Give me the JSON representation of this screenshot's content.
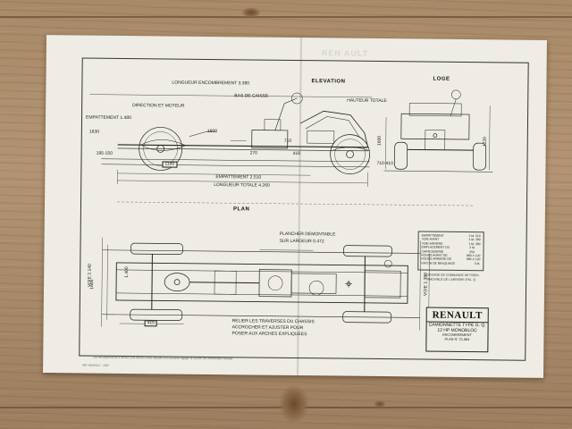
{
  "sheet": {
    "ghost_text": "REN AULT",
    "view_elevation": "ELEVATION",
    "view_front": "LOGE",
    "view_plan": "PLAN"
  },
  "elevation": {
    "overall_length": "LONGUEUR ENCOMBREMENT 3.380",
    "wheelbase": "EMPATTEMENT 2.510",
    "total_length": "LONGUEUR TOTALE 4.260",
    "rear_overhang": "EMPATTEMENT 1.480",
    "label_body": "BAS DE CAISSE",
    "label_floor": "DIRECTION ET MOTEUR",
    "label_height": "HAUTEUR TOTALE",
    "dim_1630": "1630",
    "dim_1180": "1180",
    "dim_1600": "1600",
    "dim_710": "710",
    "dim_418": "418",
    "dim_195": "195-150",
    "dim_270": "270"
  },
  "front": {
    "dim_1600": "1600",
    "dim_410": "710-410",
    "dim_1220": "1220"
  },
  "plan": {
    "label_floor": "PLANCHER DEMONTABLE",
    "label_width": "SUR LARGEUR 0.472",
    "label_rear1": "RELIER LES TRAVERSES DU CHASSIS",
    "label_rear2": "ACCROCHER ET AJUSTER POUR",
    "label_rear3": "POSER AUX ARCHES EXPLIQUEES",
    "dim_415": "415",
    "dim_1400": "1.400",
    "dim_2140": "VOIE 2.140",
    "dim_1380": "VOIE 1.380",
    "dim_1660": "1665"
  },
  "specs": {
    "rows": [
      {
        "k": "EMPATTEMENT",
        "v": "2 M. 510"
      },
      {
        "k": "VOIE AVANT",
        "v": "1 M. 380"
      },
      {
        "k": "VOIE ARRIERE",
        "v": "1 M. 380"
      },
      {
        "k": "EMPLACEMENT DU CARROSSERIE",
        "v": "2 M. 250"
      },
      {
        "k": "ROUES AVANT DE",
        "v": "880 X 120"
      },
      {
        "k": "ROUES ARRIERE DE",
        "v": "880 X 120"
      },
      {
        "k": "RAYON DE BRAQUAGE",
        "v": "5 M."
      }
    ],
    "note_line1": "L'ORGANE DE COMMANDE DE FREIN",
    "note_line2": "AMOVIBLE DE L'ARRIERE (FIG. 2)"
  },
  "title_block": {
    "brand": "RENAULT",
    "line1": "CAMIONNETTE TYPE G. Q.",
    "line2": "12 HP MONOBLOC",
    "line3": "ENCOMBREMENT",
    "line4": "PLAN N° 21.884"
  },
  "footnote": "Les renseignements ci-dessus sont donnés à titre indicatif et ne peuvent engager la Société des Automobiles Renault",
  "printer": "IMP. RENAULT - 1923"
}
